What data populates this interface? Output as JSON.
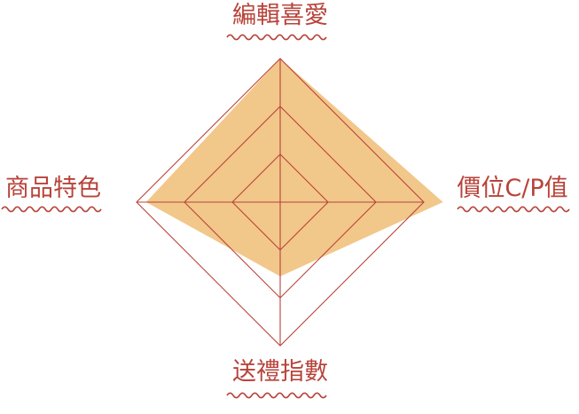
{
  "chart_data": {
    "type": "radar",
    "axes": [
      "編輯喜愛",
      "價位C/P值",
      "送禮指數",
      "商品特色"
    ],
    "max": 3,
    "rings": 3,
    "values": [
      3,
      3.4,
      1.55,
      2.8
    ],
    "fill_color": "#f2c78a",
    "line_color": "#b8433a",
    "label_color": "#b8433a"
  }
}
